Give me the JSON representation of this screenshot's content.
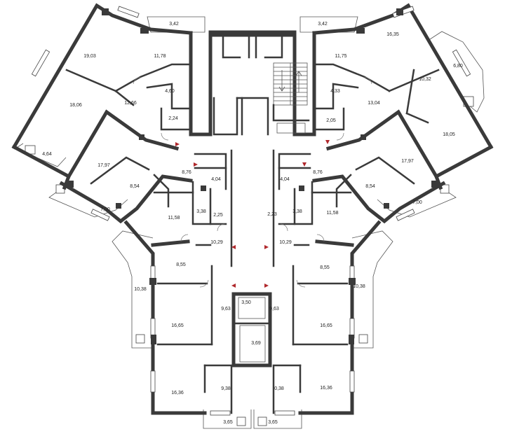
{
  "rooms": {
    "nw_balcony_top": "3,42",
    "ne_balcony_top": "3,42",
    "nw_living": "19,03",
    "nw_bedroom": "11,78",
    "nw_bath": "4,60",
    "nw_hall": "12,66",
    "nw_wc": "2,24",
    "nw_kitchen": "18,06",
    "nw_loggia": "4,64",
    "w_living": "17,97",
    "w_kitchen": "8,54",
    "w_hall": "8,76",
    "w_loggia": "7,00",
    "w_bath": "4,04",
    "w_bedroom": "11,58",
    "w_wc_a": "3,38",
    "w_wc_b": "2,25",
    "sw_hall": "10,29",
    "sw_kitchen": "8,55",
    "sw_loggia": "10,38",
    "sw_corridor": "9,63",
    "sw_living": "16,65",
    "sw_bedroom": "16,36",
    "sw_room": "9,38",
    "sw_balcony": "3,65",
    "ne_bedroom": "11,75",
    "ne_living": "16,35",
    "ne_bath": "4,33",
    "ne_hall": "13,04",
    "ne_wc": "2,05",
    "ne_room": "10,32",
    "ne_loggia": "6,80",
    "ne_kitchen": "18,05",
    "e_living": "17,97",
    "e_kitchen": "8,54",
    "e_hall": "8,76",
    "e_loggia": "7,00",
    "e_bath": "4,04",
    "e_bedroom": "11,58",
    "e_wc_a": "2,23",
    "e_wc_b": "3,38",
    "se_hall": "10,29",
    "se_kitchen": "8,55",
    "se_loggia": "10,38",
    "se_corridor": "9,63",
    "se_living": "16,65",
    "se_bedroom": "16,36",
    "se_room": "0,38",
    "se_balcony": "3,65",
    "core_top": "3,50",
    "core_bottom": "3,69"
  },
  "colors": {
    "wall": "#3a3a3a",
    "entry_marker": "#b0282c",
    "background": "#ffffff"
  },
  "icons": {
    "entry_marker": "entry-arrow-icon",
    "stair_arrow": "stair-direction-icon"
  }
}
